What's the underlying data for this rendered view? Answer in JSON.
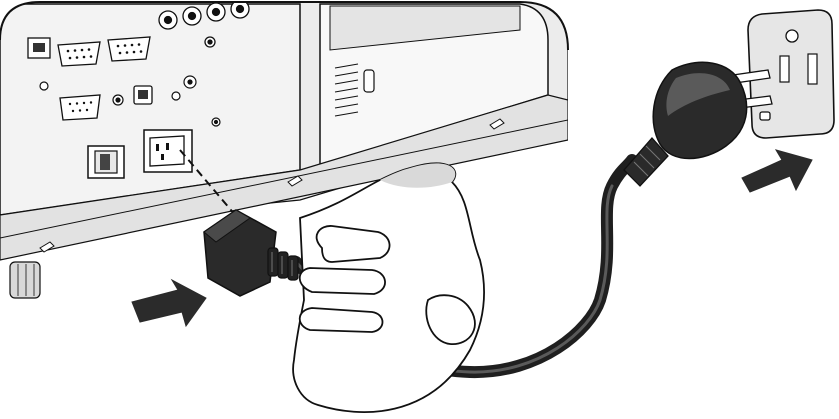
{
  "figure": {
    "kind": "power-cord-connection-illustration",
    "style": "monochrome line art",
    "colors": {
      "line": "#111111",
      "projector_face": "#eeeeee",
      "projector_side": "#f6f6f6",
      "panel": "#f2f2f2",
      "cord": "#2a2a2a",
      "cord_highlight": "#5a5a5a",
      "hand_fill": "#ffffff",
      "hand_shade": "#d9d9d9",
      "arrow": "#2b2b2b",
      "wall_plate": "#e6e6e6",
      "background": "#ffffff"
    },
    "steps": [
      {
        "order": 1,
        "action": "insert-cord-into-projector-ac-inlet",
        "arrow_direction": "up-right"
      },
      {
        "order": 2,
        "action": "insert-plug-into-wall-outlet",
        "arrow_direction": "up-right"
      }
    ],
    "icons": [
      "projector-rear-panel",
      "ac-power-inlet",
      "power-switch-icon",
      "lan-port-icon",
      "vga-port-icon",
      "bnc-connector-icon",
      "hand-icon",
      "iec-connector-icon",
      "power-cord-icon",
      "wall-outlet-icon",
      "us-plug-icon",
      "insert-arrow-icon"
    ]
  }
}
